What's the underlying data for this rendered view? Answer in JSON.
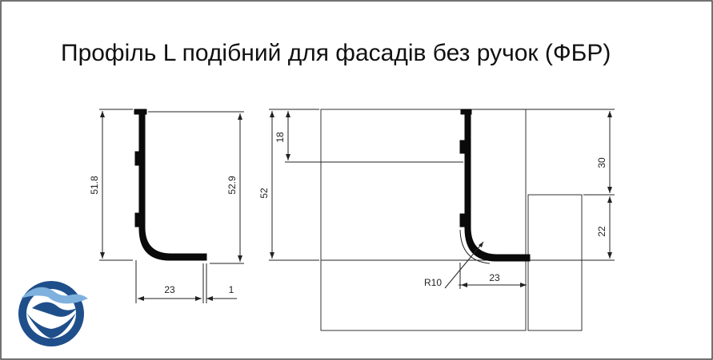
{
  "title": "Профіль L подібний для фасадів без ручок (ФБР)",
  "left_drawing": {
    "dim_height_left": "51.8",
    "dim_height_right": "52.9",
    "dim_width": "23",
    "dim_gap": "1"
  },
  "right_drawing": {
    "dim_total": "52",
    "dim_top": "18",
    "dim_upper": "30",
    "dim_lower": "22",
    "dim_width": "23",
    "dim_radius": "R10"
  },
  "colors": {
    "profile": "#0a0a0a",
    "lines": "#222222",
    "logo_dark": "#1f4f8b",
    "logo_light": "#7fb1de"
  }
}
